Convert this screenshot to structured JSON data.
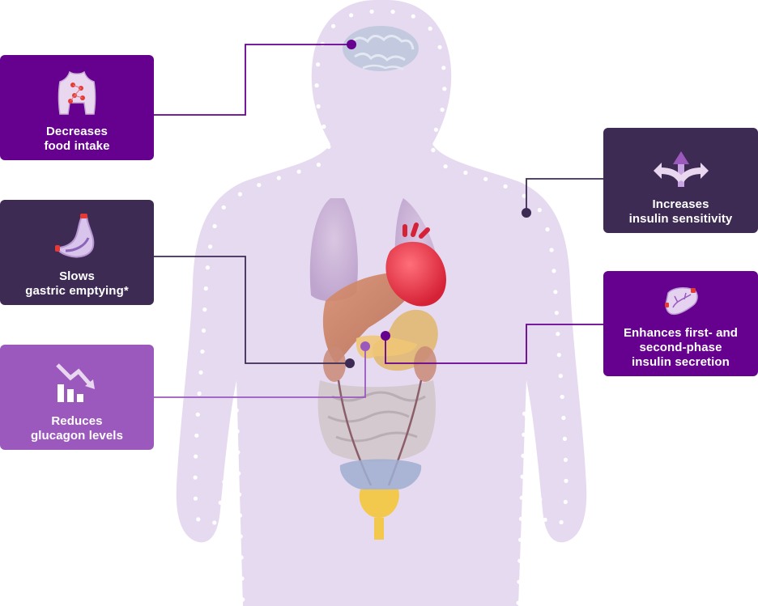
{
  "cards": {
    "food_intake": {
      "label": "Decreases\nfood intake",
      "color": "#66008f"
    },
    "gastric": {
      "label": "Slows\ngastric emptying*",
      "color": "#3d2b54"
    },
    "glucagon": {
      "label": "Reduces\nglucagon levels",
      "color": "#9b59bd"
    },
    "insulin_sensitivity": {
      "label": "Increases\ninsulin sensitivity",
      "color": "#3d2b54"
    },
    "insulin_secretion": {
      "label": "Enhances first- and\nsecond-phase\ninsulin secretion",
      "color": "#66008f"
    }
  },
  "colors": {
    "body_fill": "#e6daf1",
    "dots": "#ffffff",
    "connector_dark": "#3d2b54",
    "connector_purple": "#66008f",
    "connector_light": "#9b59bd"
  },
  "icons": {
    "food_intake": "torso-icon",
    "gastric": "stomach-icon",
    "glucagon": "chart-down-icon",
    "insulin_sensitivity": "branching-arrows-icon",
    "insulin_secretion": "pancreas-icon"
  }
}
